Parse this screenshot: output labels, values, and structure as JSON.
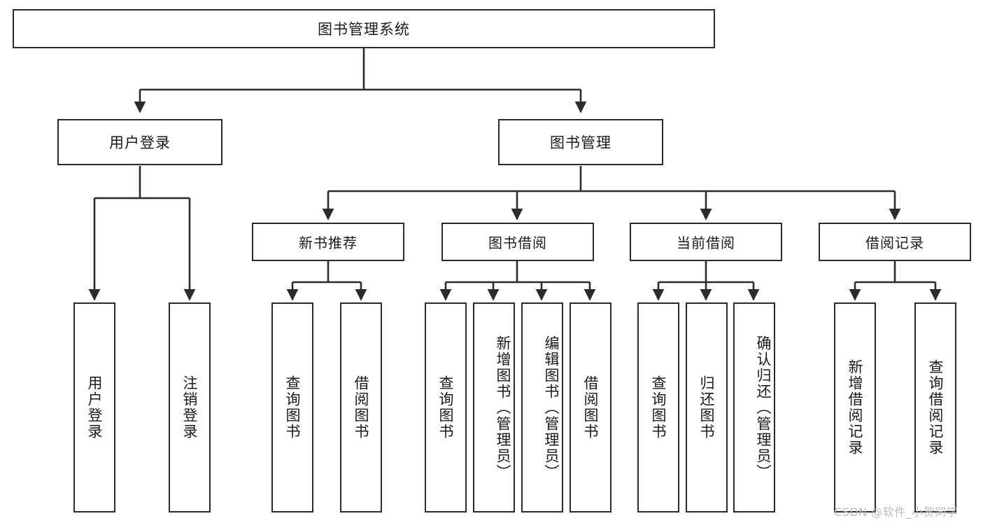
{
  "diagram": {
    "type": "tree",
    "title": "图书管理系统",
    "levels": {
      "root": {
        "label": "图书管理系统"
      },
      "level2": [
        {
          "label": "用户登录"
        },
        {
          "label": "图书管理"
        }
      ],
      "level3": [
        {
          "label": "新书推荐"
        },
        {
          "label": "图书借阅"
        },
        {
          "label": "当前借阅"
        },
        {
          "label": "借阅记录"
        }
      ],
      "leaves": {
        "user_login": [
          {
            "label": "用户登录"
          },
          {
            "label": "注销登录"
          }
        ],
        "new_book_recommend": [
          {
            "label": "查询图书"
          },
          {
            "label": "借阅图书"
          }
        ],
        "book_borrow": [
          {
            "label": "查询图书"
          },
          {
            "label": "新增图书（管理员）"
          },
          {
            "label": "编辑图书（管理员）"
          },
          {
            "label": "借阅图书"
          }
        ],
        "current_borrow": [
          {
            "label": "查询图书"
          },
          {
            "label": "归还图书"
          },
          {
            "label": "确认归还（管理员）"
          }
        ],
        "borrow_record": [
          {
            "label": "新增借阅记录"
          },
          {
            "label": "查询借阅记录"
          }
        ]
      }
    },
    "colors": {
      "stroke": "#2b2b2b",
      "fill": "#ffffff",
      "text": "#1a1a1a",
      "watermark": "#bdbdbd"
    }
  },
  "watermark": {
    "text": "CSDN @软件_小贺同学"
  }
}
